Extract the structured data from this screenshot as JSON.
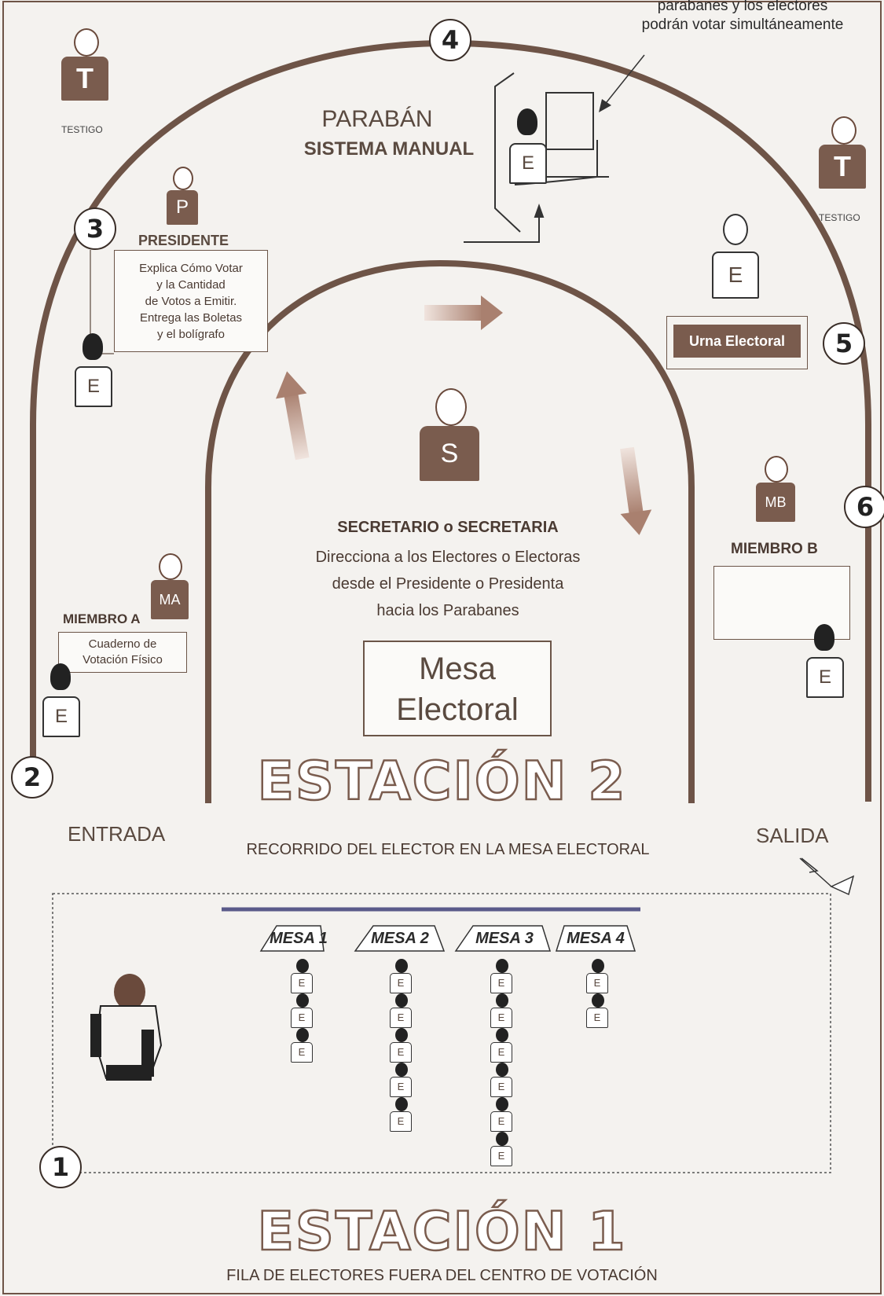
{
  "colors": {
    "brown": "#7a5c4e",
    "arc": "#6e5447",
    "accent_dark": "#8a6a5a",
    "text": "#4a3a32"
  },
  "callout": {
    "line1": "parabanes y los electores",
    "line2": "podrán votar simultáneamente"
  },
  "numbers": {
    "n1": "1",
    "n2": "2",
    "n3": "3",
    "n4": "4",
    "n5": "5",
    "n6": "6"
  },
  "roles": {
    "testigo_left": {
      "letter": "T",
      "label": "TESTIGO"
    },
    "testigo_right": {
      "letter": "T",
      "label": "TESTIGO"
    },
    "presidente": {
      "letter": "P",
      "label": "PRESIDENTE",
      "lines": [
        "Explica Cómo Votar",
        "y la Cantidad",
        "de Votos a Emitir.",
        "Entrega las Boletas",
        "y el  bolígrafo"
      ]
    },
    "secretario": {
      "letter": "S",
      "title": "SECRETARIO o SECRETARIA",
      "lines": [
        "Direcciona a los Electores o Electoras",
        "desde el Presidente o Presidenta",
        "hacia los Parabanes"
      ]
    },
    "miembro_a": {
      "letter": "MA",
      "label": "MIEMBRO A",
      "lines": [
        "Cuaderno de",
        "Votación Físico"
      ]
    },
    "miembro_b": {
      "letter": "MB",
      "label": "MIEMBRO B"
    },
    "elector": {
      "letter": "E"
    }
  },
  "paraban": {
    "title": "PARABÁN",
    "subtitle": "SISTEMA MANUAL"
  },
  "urna": {
    "label": "Urna Electoral"
  },
  "mesa_electoral": {
    "line1": "Mesa",
    "line2": "Electoral"
  },
  "station2": {
    "title": "ESTACIÓN 2",
    "entrada": "ENTRADA",
    "salida": "SALIDA",
    "subtitle": "RECORRIDO  DEL ELECTOR EN LA MESA ELECTORAL"
  },
  "station1": {
    "title": "ESTACIÓN 1",
    "subtitle": "FILA DE ELECTORES FUERA DEL CENTRO DE VOTACIÓN"
  },
  "mesas": [
    {
      "label": "MESA 1",
      "electors": 3
    },
    {
      "label": "MESA 2",
      "electors": 5
    },
    {
      "label": "MESA 3",
      "electors": 6
    },
    {
      "label": "MESA 4",
      "electors": 2
    }
  ]
}
